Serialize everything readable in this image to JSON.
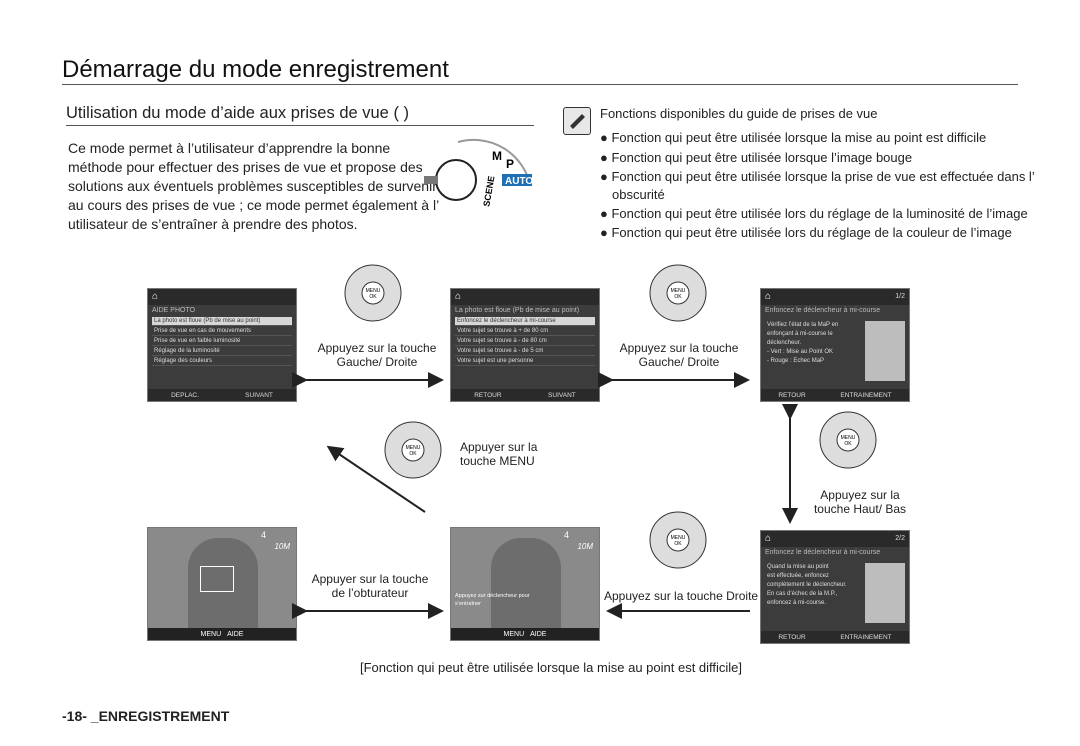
{
  "page": {
    "title": "Démarrage du mode enregistrement",
    "section_heading": "Utilisation du mode d’aide aux prises de vue (  )",
    "intro_lines": [
      "Ce mode permet à l’utilisateur d’apprendre la bonne",
      "méthode pour effectuer des prises de vue et propose des",
      "solutions aux éventuels problèmes susceptibles de survenir",
      "au cours des prises de vue ; ce mode permet également à l’",
      "utilisateur de s’entraîner à prendre des photos."
    ],
    "dial_labels": {
      "scene": "SCENE",
      "auto": "AUTO",
      "m": "M",
      "p": "P"
    },
    "footer": "-18- _ENREGISTREMENT",
    "bottom_caption": "[Fonction qui peut être utilisée lorsque la mise au point est difficile]"
  },
  "note": {
    "icon": "note-pencil-icon",
    "heading": "Fonctions disponibles du guide de prises de vue",
    "bullets": [
      "● Fonction qui peut être utilisée lorsque la mise au point est difficile",
      "● Fonction qui peut être utilisée lorsque l’image bouge",
      "● Fonction qui peut être utilisée lorsque la prise de vue est effectuée dans l’",
      "obscurité",
      "● Fonction qui peut être utilisée lors du réglage de la luminosité de l’image",
      "● Fonction qui peut être utilisée lors du réglage de la couleur de l’image"
    ]
  },
  "screens": {
    "s1": {
      "header": "AIDE PHOTO",
      "rows": [
        "La photo est floue (Pb de mise au point)",
        "Prise de vue en cas de mouvements",
        "Prise de vue en faible luminosité",
        "Réglage de la luminosité",
        "Réglage des couleurs"
      ],
      "foot_left": "DEPLAC.",
      "foot_right": "SUIVANT"
    },
    "s2": {
      "header": "La photo est floue (Pb de mise au point)",
      "rows": [
        "Enfoncez le déclencheur à mi-course",
        "Votre sujet se trouve à + de 80 cm",
        "Votre sujet se trouve à - de 80 cm",
        "Votre sujet se trouve à - de 5 cm",
        "Votre sujet est une personne"
      ],
      "foot_left": "RETOUR",
      "foot_right": "SUIVANT"
    },
    "s3": {
      "page": "1/2",
      "header": "Enfoncez le déclencheur à mi-course",
      "text": [
        "Vérifiez l’état de la MaP en",
        "enfonçant à mi-course le",
        "déclencheur.",
        "- Vert : Mise au Point OK",
        "- Rouge : Echec MaP"
      ],
      "foot_left": "RETOUR",
      "foot_right": "ENTRAINEMENT"
    },
    "s4": {
      "page": "2/2",
      "header": "Enfoncez le déclencheur à mi-course",
      "text": [
        "Quand la mise au point",
        "est effectuée, enfoncez",
        "complètement le déclencheur.",
        "En cas d’échec de la M.P.,",
        "enfoncez à mi-course."
      ],
      "foot_left": "RETOUR",
      "foot_right": "ENTRAINEMENT"
    },
    "p1": {
      "counter": "4",
      "size": "10M",
      "menu": "MENU",
      "foot": "AIDE"
    },
    "p2": {
      "counter": "4",
      "size": "10M",
      "menu": "MENU",
      "foot": "AIDE",
      "overlay": "Appuyez sur déclencheur pour s’entraîner"
    }
  },
  "dial": {
    "menu": "MENU",
    "ok": "OK"
  },
  "captions": {
    "c1": [
      "Appuyez sur la touche",
      "Gauche/ Droite"
    ],
    "c2": [
      "Appuyez sur la touche",
      "Gauche/ Droite"
    ],
    "c3": [
      "Appuyer sur la",
      "touche MENU"
    ],
    "c4": [
      "Appuyez sur la",
      "touche Haut/ Bas"
    ],
    "c5": [
      "Appuyer sur la touche",
      "de l’obturateur"
    ],
    "c6": [
      "Appuyez sur la touche Droite"
    ]
  },
  "colors": {
    "screen_bg": "#3c3c3c",
    "screen_bar": "#2a2a2a",
    "selected_row": "#d7d7d7",
    "auto_badge": "#1f6fb5"
  }
}
